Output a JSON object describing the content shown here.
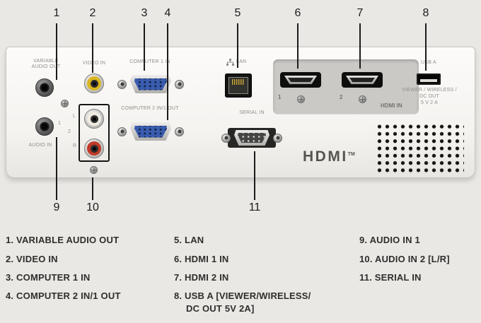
{
  "callouts": [
    "1",
    "2",
    "3",
    "4",
    "5",
    "6",
    "7",
    "8",
    "9",
    "10",
    "11"
  ],
  "panel_labels": {
    "variable_audio_out_l1": "VARIABLE",
    "variable_audio_out_l2": "AUDIO OUT",
    "video_in": "VIDEO IN",
    "computer_1_in": "COMPUTER 1 IN",
    "computer_2_in": "COMPUTER 2 IN/1 OUT",
    "lan": "LAN",
    "serial_in": "SERIAL IN",
    "usb_a": "USB A",
    "usb_sub1": "VIEWER / WIRELESS /",
    "usb_sub2": "DC OUT",
    "usb_sub3": "5 V  2 A",
    "hdmi_port1": "1",
    "hdmi_port2": "2",
    "hdmi_in": "HDMI IN",
    "hdmi_logo": "HDMI",
    "hdmi_tm": "TM",
    "audio_in": "AUDIO IN",
    "audio_1": "1",
    "audio_2": "2",
    "audio_l": "L",
    "audio_r": "R"
  },
  "legend": {
    "col1": [
      "1. VARIABLE AUDIO OUT",
      "2. VIDEO IN",
      "3. COMPUTER 1 IN",
      "4. COMPUTER 2 IN/1 OUT"
    ],
    "col2": [
      "5. LAN",
      "6. HDMI 1 IN",
      "7. HDMI 2 IN",
      "8. USB A [VIEWER/WIRELESS/",
      "DC OUT 5V 2A]"
    ],
    "col3": [
      "9. AUDIO IN 1",
      "10. AUDIO IN 2 [L/R]",
      "11. SERIAL IN"
    ]
  },
  "colors": {
    "video_in_yellow": "#d9b622",
    "audio_l_white": "#efeae0",
    "audio_r_red": "#c03a28",
    "vga_blue": "#3a5cae",
    "panel_white": "#f4f3f0",
    "background_gray": "#eae8e5"
  }
}
